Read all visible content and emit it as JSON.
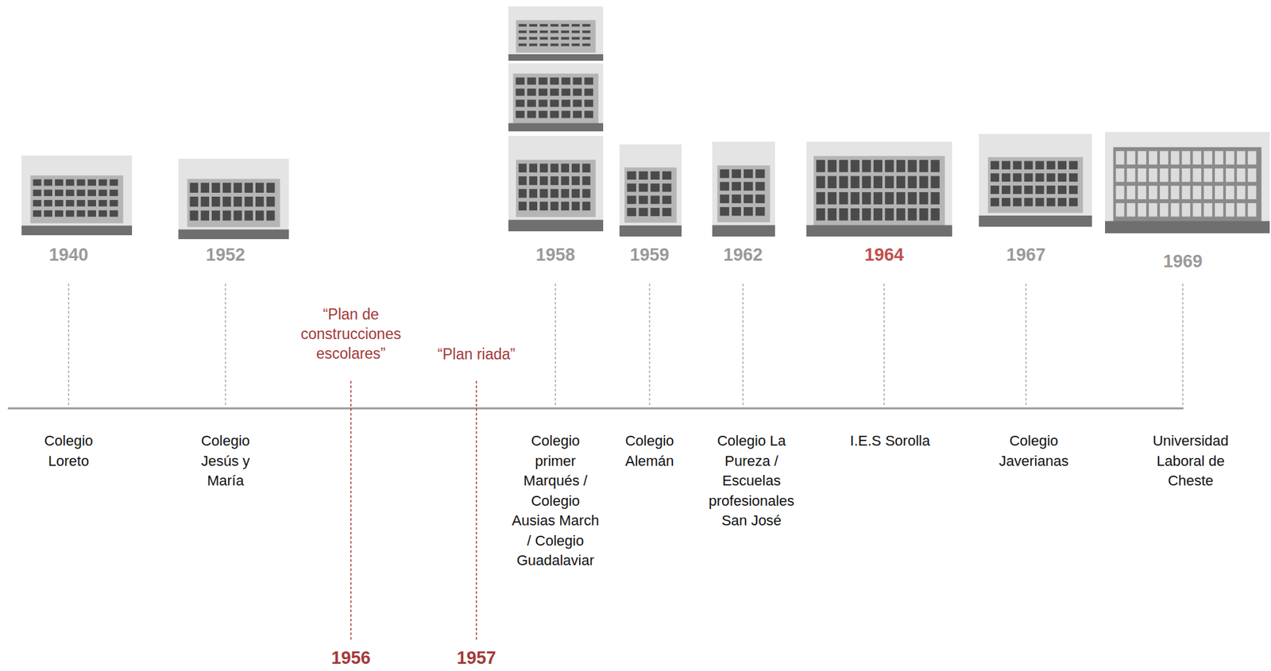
{
  "diagram": {
    "labels": [
      "1940",
      "1952",
      "1958",
      "1959",
      "1962",
      "1964",
      "1967",
      "1969",
      "“Plan de construcciones escolares”",
      "“Plan riada”",
      "Colegio Loreto",
      "Colegio Jesús y María",
      "Colegio primer Marqués / Colegio Ausias March / Colegio Guadalaviar",
      "Colegio Alemán",
      "Colegio La Pureza / Escuelas profesionales San José",
      "I.E.S Sorolla",
      "Colegio Javerianas",
      "Universidad Laboral de Cheste",
      "1956",
      "1957"
    ]
  }
}
